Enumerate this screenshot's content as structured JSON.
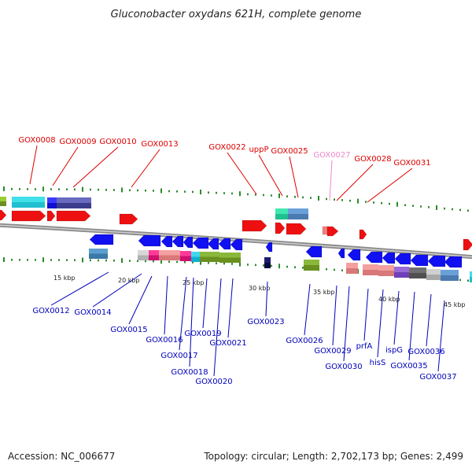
{
  "title": "Gluconobacter oxydans 621H, complete genome",
  "footer": {
    "accession": "Accession: NC_006677",
    "topology": "Topology: circular; Length: 2,702,173 bp; Genes: 2,499"
  },
  "scale_labels": [
    "15 kbp",
    "20 kbp",
    "25 kbp",
    "30 kbp",
    "35 kbp",
    "40 kbp",
    "45 kbp"
  ],
  "colors": {
    "upper_label": "#dd0000",
    "lower_label": "#0000bb",
    "faded_label": "#ee88cc",
    "backbone": "#888888",
    "tick": "#2a8a2a"
  },
  "upper_labels": [
    "GOX0008",
    "GOX0009",
    "GOX0010",
    "GOX0013",
    "GOX0022",
    "uppP",
    "GOX0025",
    "GOX0027",
    "GOX0028",
    "GOX0031"
  ],
  "lower_labels": [
    "GOX0012",
    "GOX0014",
    "GOX0015",
    "GOX0016",
    "GOX0017",
    "GOX0018",
    "GOX0019",
    "GOX0020",
    "GOX0021",
    "GOX0023",
    "GOX0026",
    "GOX0029",
    "GOX0030",
    "prfA",
    "hisS",
    "ispG",
    "GOX0035",
    "GOX0036",
    "GOX0037"
  ]
}
